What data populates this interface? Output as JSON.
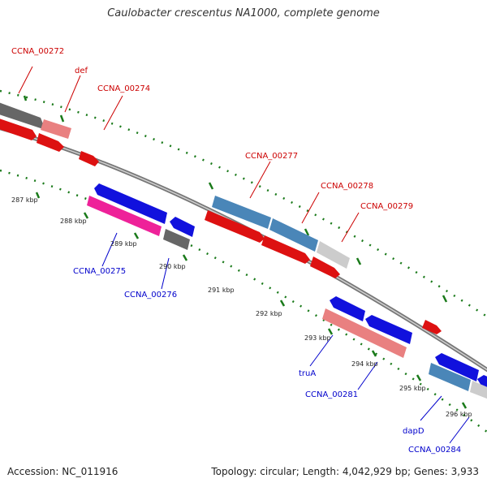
{
  "title": "Caulobacter crescentus NA1000, complete genome",
  "footer": {
    "accession_label": "Accession:",
    "accession": "NC_011916",
    "topology_label": "Topology:",
    "topology": "circular",
    "length_label": "Length:",
    "length": "4,042,929 bp",
    "genes_label": "Genes:",
    "genes": "3,933"
  },
  "colors": {
    "forward_gene": "#dd1111",
    "reverse_gene": "#1111dd",
    "cds_blue": "#4a86b8",
    "cds_gray": "#666666",
    "cds_light_gray": "#cccccc",
    "cds_salmon": "#e98080",
    "cds_pink": "#ee2299",
    "backbone": "#808080",
    "tick": "#1a7a1a",
    "label_red": "#cc0000",
    "label_blue": "#0000cc"
  },
  "ticks": [
    "287 kbp",
    "288 kbp",
    "289 kbp",
    "290 kbp",
    "291 kbp",
    "292 kbp",
    "293 kbp",
    "294 kbp",
    "295 kbp",
    "296 kbp"
  ],
  "outer_labels": [
    "CCNA_00272",
    "def",
    "CCNA_00274",
    "CCNA_00277",
    "CCNA_00278",
    "CCNA_00279"
  ],
  "inner_labels": [
    "CCNA_00275",
    "CCNA_00276",
    "truA",
    "CCNA_00281",
    "dapD",
    "CCNA_00284"
  ]
}
